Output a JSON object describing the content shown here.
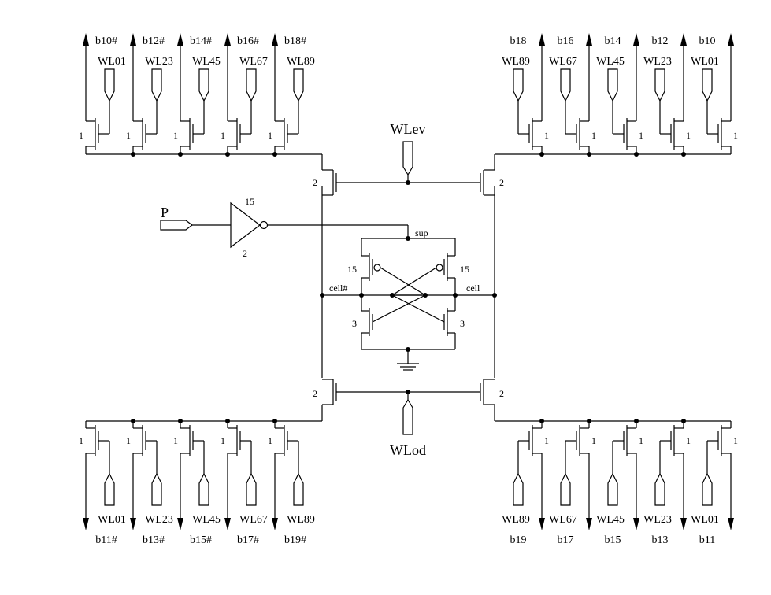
{
  "signals": {
    "wl_even": "WLev",
    "wl_odd": "WLod",
    "precharge": "P",
    "supply": "sup",
    "cell": "cell",
    "cell_bar": "cell#"
  },
  "inverter": {
    "top_size": "15",
    "bottom_size": "2"
  },
  "pass_gate_size": "2",
  "latch": {
    "pmos_size": "15",
    "nmos_size": "3"
  },
  "column_mux": {
    "transistor_size": "1",
    "top_left": {
      "bitlines": [
        "b10#",
        "b12#",
        "b14#",
        "b16#",
        "b18#"
      ],
      "wordlines": [
        "WL01",
        "WL23",
        "WL45",
        "WL67",
        "WL89"
      ]
    },
    "top_right": {
      "bitlines": [
        "b18",
        "b16",
        "b14",
        "b12",
        "b10"
      ],
      "wordlines": [
        "WL89",
        "WL67",
        "WL45",
        "WL23",
        "WL01"
      ]
    },
    "bottom_left": {
      "bitlines": [
        "b11#",
        "b13#",
        "b15#",
        "b17#",
        "b19#"
      ],
      "wordlines": [
        "WL01",
        "WL23",
        "WL45",
        "WL67",
        "WL89"
      ]
    },
    "bottom_right": {
      "bitlines": [
        "b19",
        "b17",
        "b15",
        "b13",
        "b11"
      ],
      "wordlines": [
        "WL89",
        "WL67",
        "WL45",
        "WL23",
        "WL01"
      ]
    }
  }
}
